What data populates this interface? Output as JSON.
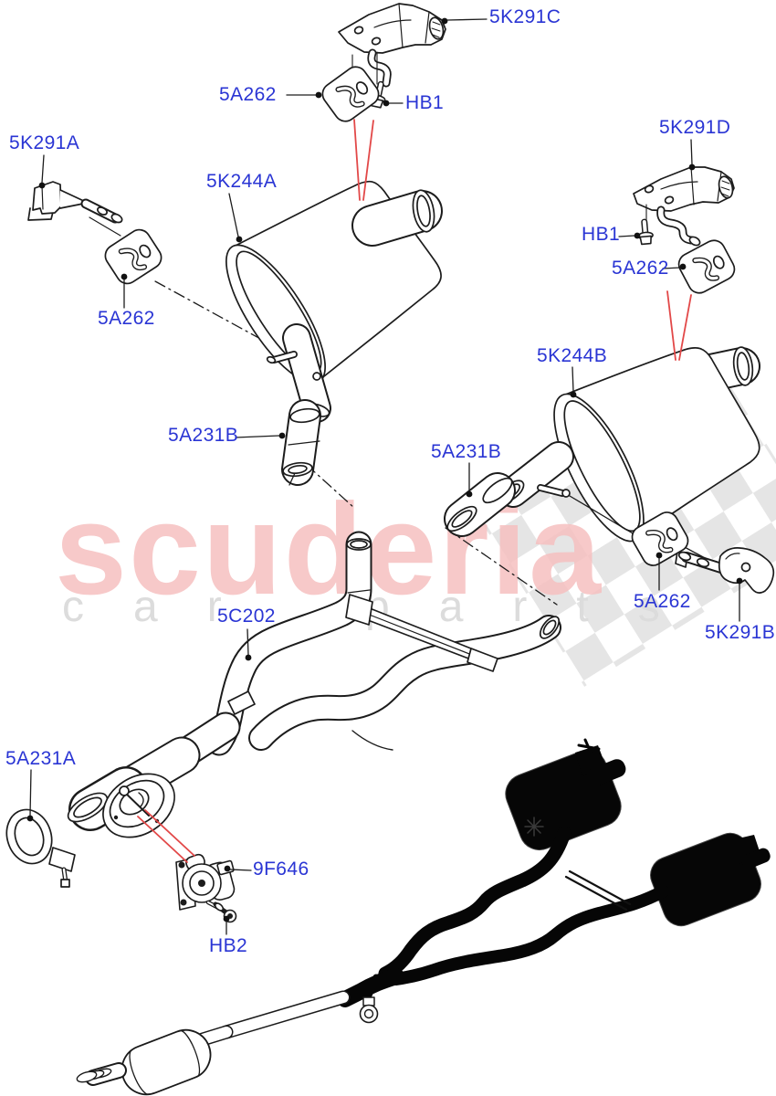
{
  "watermark": {
    "brand": "scuderia",
    "subtitle": "car parts"
  },
  "colors": {
    "label_blue": "#2a35d4",
    "line_black": "#1c1c1c",
    "arrow_red": "#e24848",
    "watermark_pink": "#f6c0c0",
    "watermark_gray": "#dcdcdc",
    "checker_gray": "#cdcdcd",
    "silhouette_black": "#060606"
  },
  "callouts": [
    {
      "id": "5K291C",
      "text": "5K291C"
    },
    {
      "id": "5A262-top",
      "text": "5A262"
    },
    {
      "id": "HB1-top",
      "text": "HB1"
    },
    {
      "id": "5K291A",
      "text": "5K291A"
    },
    {
      "id": "5K244A",
      "text": "5K244A"
    },
    {
      "id": "5A262-left",
      "text": "5A262"
    },
    {
      "id": "5K291D",
      "text": "5K291D"
    },
    {
      "id": "HB1-right",
      "text": "HB1"
    },
    {
      "id": "5A262-right",
      "text": "5A262"
    },
    {
      "id": "5K244B",
      "text": "5K244B"
    },
    {
      "id": "5A231B-left",
      "text": "5A231B"
    },
    {
      "id": "5A231B-right",
      "text": "5A231B"
    },
    {
      "id": "5A262-bottom",
      "text": "5A262"
    },
    {
      "id": "5K291B",
      "text": "5K291B"
    },
    {
      "id": "5C202",
      "text": "5C202"
    },
    {
      "id": "5A231A",
      "text": "5A231A"
    },
    {
      "id": "9F646",
      "text": "9F646"
    },
    {
      "id": "HB2",
      "text": "HB2"
    }
  ]
}
